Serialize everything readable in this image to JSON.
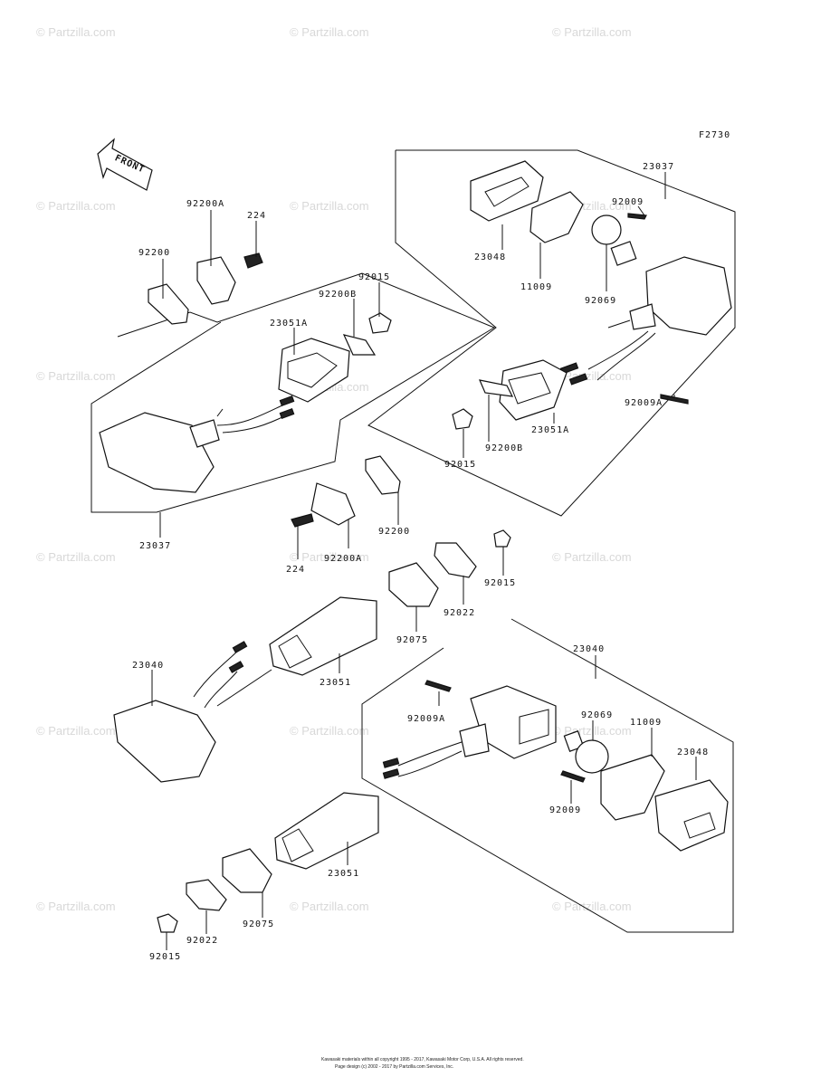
{
  "figure_code": "F2730",
  "front_label": "FRONT",
  "watermark": "© Partzilla.com",
  "footer": {
    "line1": "Kawasaki materials within all copyright 1995 - 2017, Kawasaki Motor Corp, U.S.A. All rights reserved.",
    "line2": "Page design (c) 2002 - 2017 by Partzilla.com Services, Inc."
  },
  "labels": {
    "l23037_top": "23037",
    "l92009_top": "92009",
    "l23048_top": "23048",
    "l11009_top": "11009",
    "l92069_top": "92069",
    "l92009A_top": "92009A",
    "l23051A_right": "23051A",
    "l92200B_right": "92200B",
    "l92015_right": "92015",
    "l92200A_top": "92200A",
    "l224_top": "224",
    "l92200_top": "92200",
    "l92015_top": "92015",
    "l92200B_top": "92200B",
    "l23051A_left": "23051A",
    "l23037_left": "23037",
    "l224_mid": "224",
    "l92200A_mid": "92200A",
    "l92200_mid": "92200",
    "l92015_mid": "92015",
    "l92022_mid": "92022",
    "l92075_mid": "92075",
    "l23040_left": "23040",
    "l23051_mid": "23051",
    "l23040_right": "23040",
    "l92009A_bot": "92009A",
    "l92069_bot": "92069",
    "l11009_bot": "11009",
    "l23048_bot": "23048",
    "l92009_bot": "92009",
    "l23051_bot": "23051",
    "l92075_bot": "92075",
    "l92022_bot": "92022",
    "l92015_bot": "92015"
  }
}
